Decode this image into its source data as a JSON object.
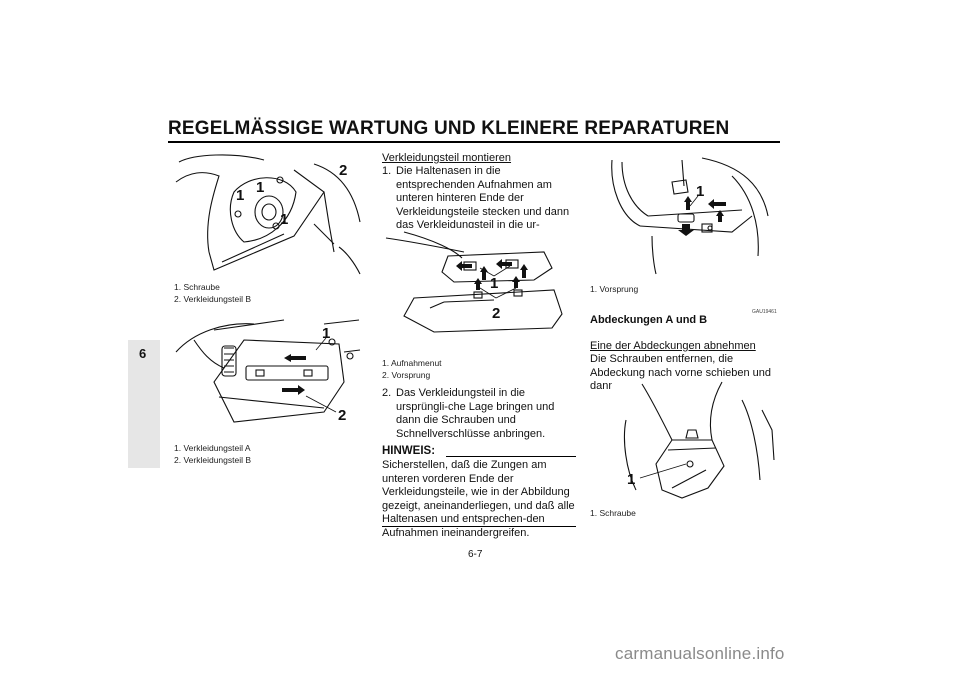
{
  "header": {
    "title": "REGELMÄSSIGE WARTUNG UND KLEINERE REPARATUREN"
  },
  "chapter": {
    "number": "6"
  },
  "figures": {
    "fig1": {
      "labels": [
        "1",
        "1",
        "1",
        "2"
      ],
      "captions": [
        "1. Schraube",
        "2. Verkleidungsteil B"
      ]
    },
    "fig2": {
      "labels": [
        "1",
        "2"
      ],
      "captions": [
        "1. Verkleidungsteil A",
        "2. Verkleidungsteil B"
      ]
    },
    "fig3": {
      "labels": [
        "1",
        "2"
      ],
      "captions": [
        "1. Aufnahmenut",
        "2. Vorsprung"
      ]
    },
    "fig4": {
      "labels": [
        "1"
      ],
      "captions": [
        "1. Vorsprung"
      ]
    },
    "fig5": {
      "labels": [
        "1"
      ],
      "captions": [
        "1. Schraube"
      ]
    }
  },
  "middle": {
    "heading": "Verkleidungsteil montieren",
    "step1_num": "1.",
    "step1_text": "Die Haltenasen in die entsprechenden Aufnahmen am unteren hinteren Ende der Verkleidungsteile stecken und dann das Verkleidungsteil in die ur-sprüngliche Lage schieben.",
    "step2_num": "2.",
    "step2_text": "Das Verkleidungsteil in die ursprüngli-che Lage bringen und dann die Schrauben und Schnellverschlüsse anbringen.",
    "hinweis_label": "HINWEIS:",
    "hinweis_text": "Sicherstellen, daß die Zungen am unteren vorderen Ende der Verkleidungsteile, wie in der Abbildung gezeigt, aneinanderliegen, und daß alle Haltenasen und entsprechen-den Aufnahmen ineinandergreifen."
  },
  "right": {
    "code": "GAU19461",
    "section_title": "Abdeckungen A und B",
    "sub_heading": "Eine der Abdeckungen abnehmen",
    "sub_text": "Die Schrauben entfernen, die Abdeckung nach vorne schieben und dann abziehen."
  },
  "footer": {
    "page": "6-7",
    "watermark": "carmanualsonline.info"
  }
}
